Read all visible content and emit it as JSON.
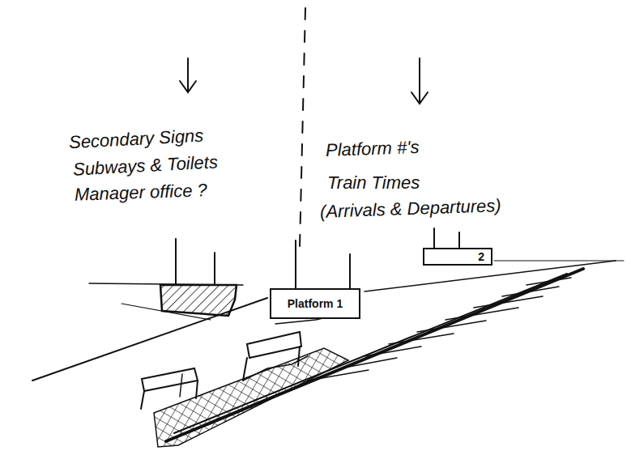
{
  "diagram": {
    "nodes": [
      {
        "text": [
          "Platform 1"
        ]
      },
      {
        "text": [
          "2"
        ]
      }
    ],
    "labels": [
      "Secondary Signs",
      "Subways & Toilets",
      "Manager office ?",
      "Platform #'s",
      "Train Times",
      "(Arrivals & Departures)"
    ]
  }
}
